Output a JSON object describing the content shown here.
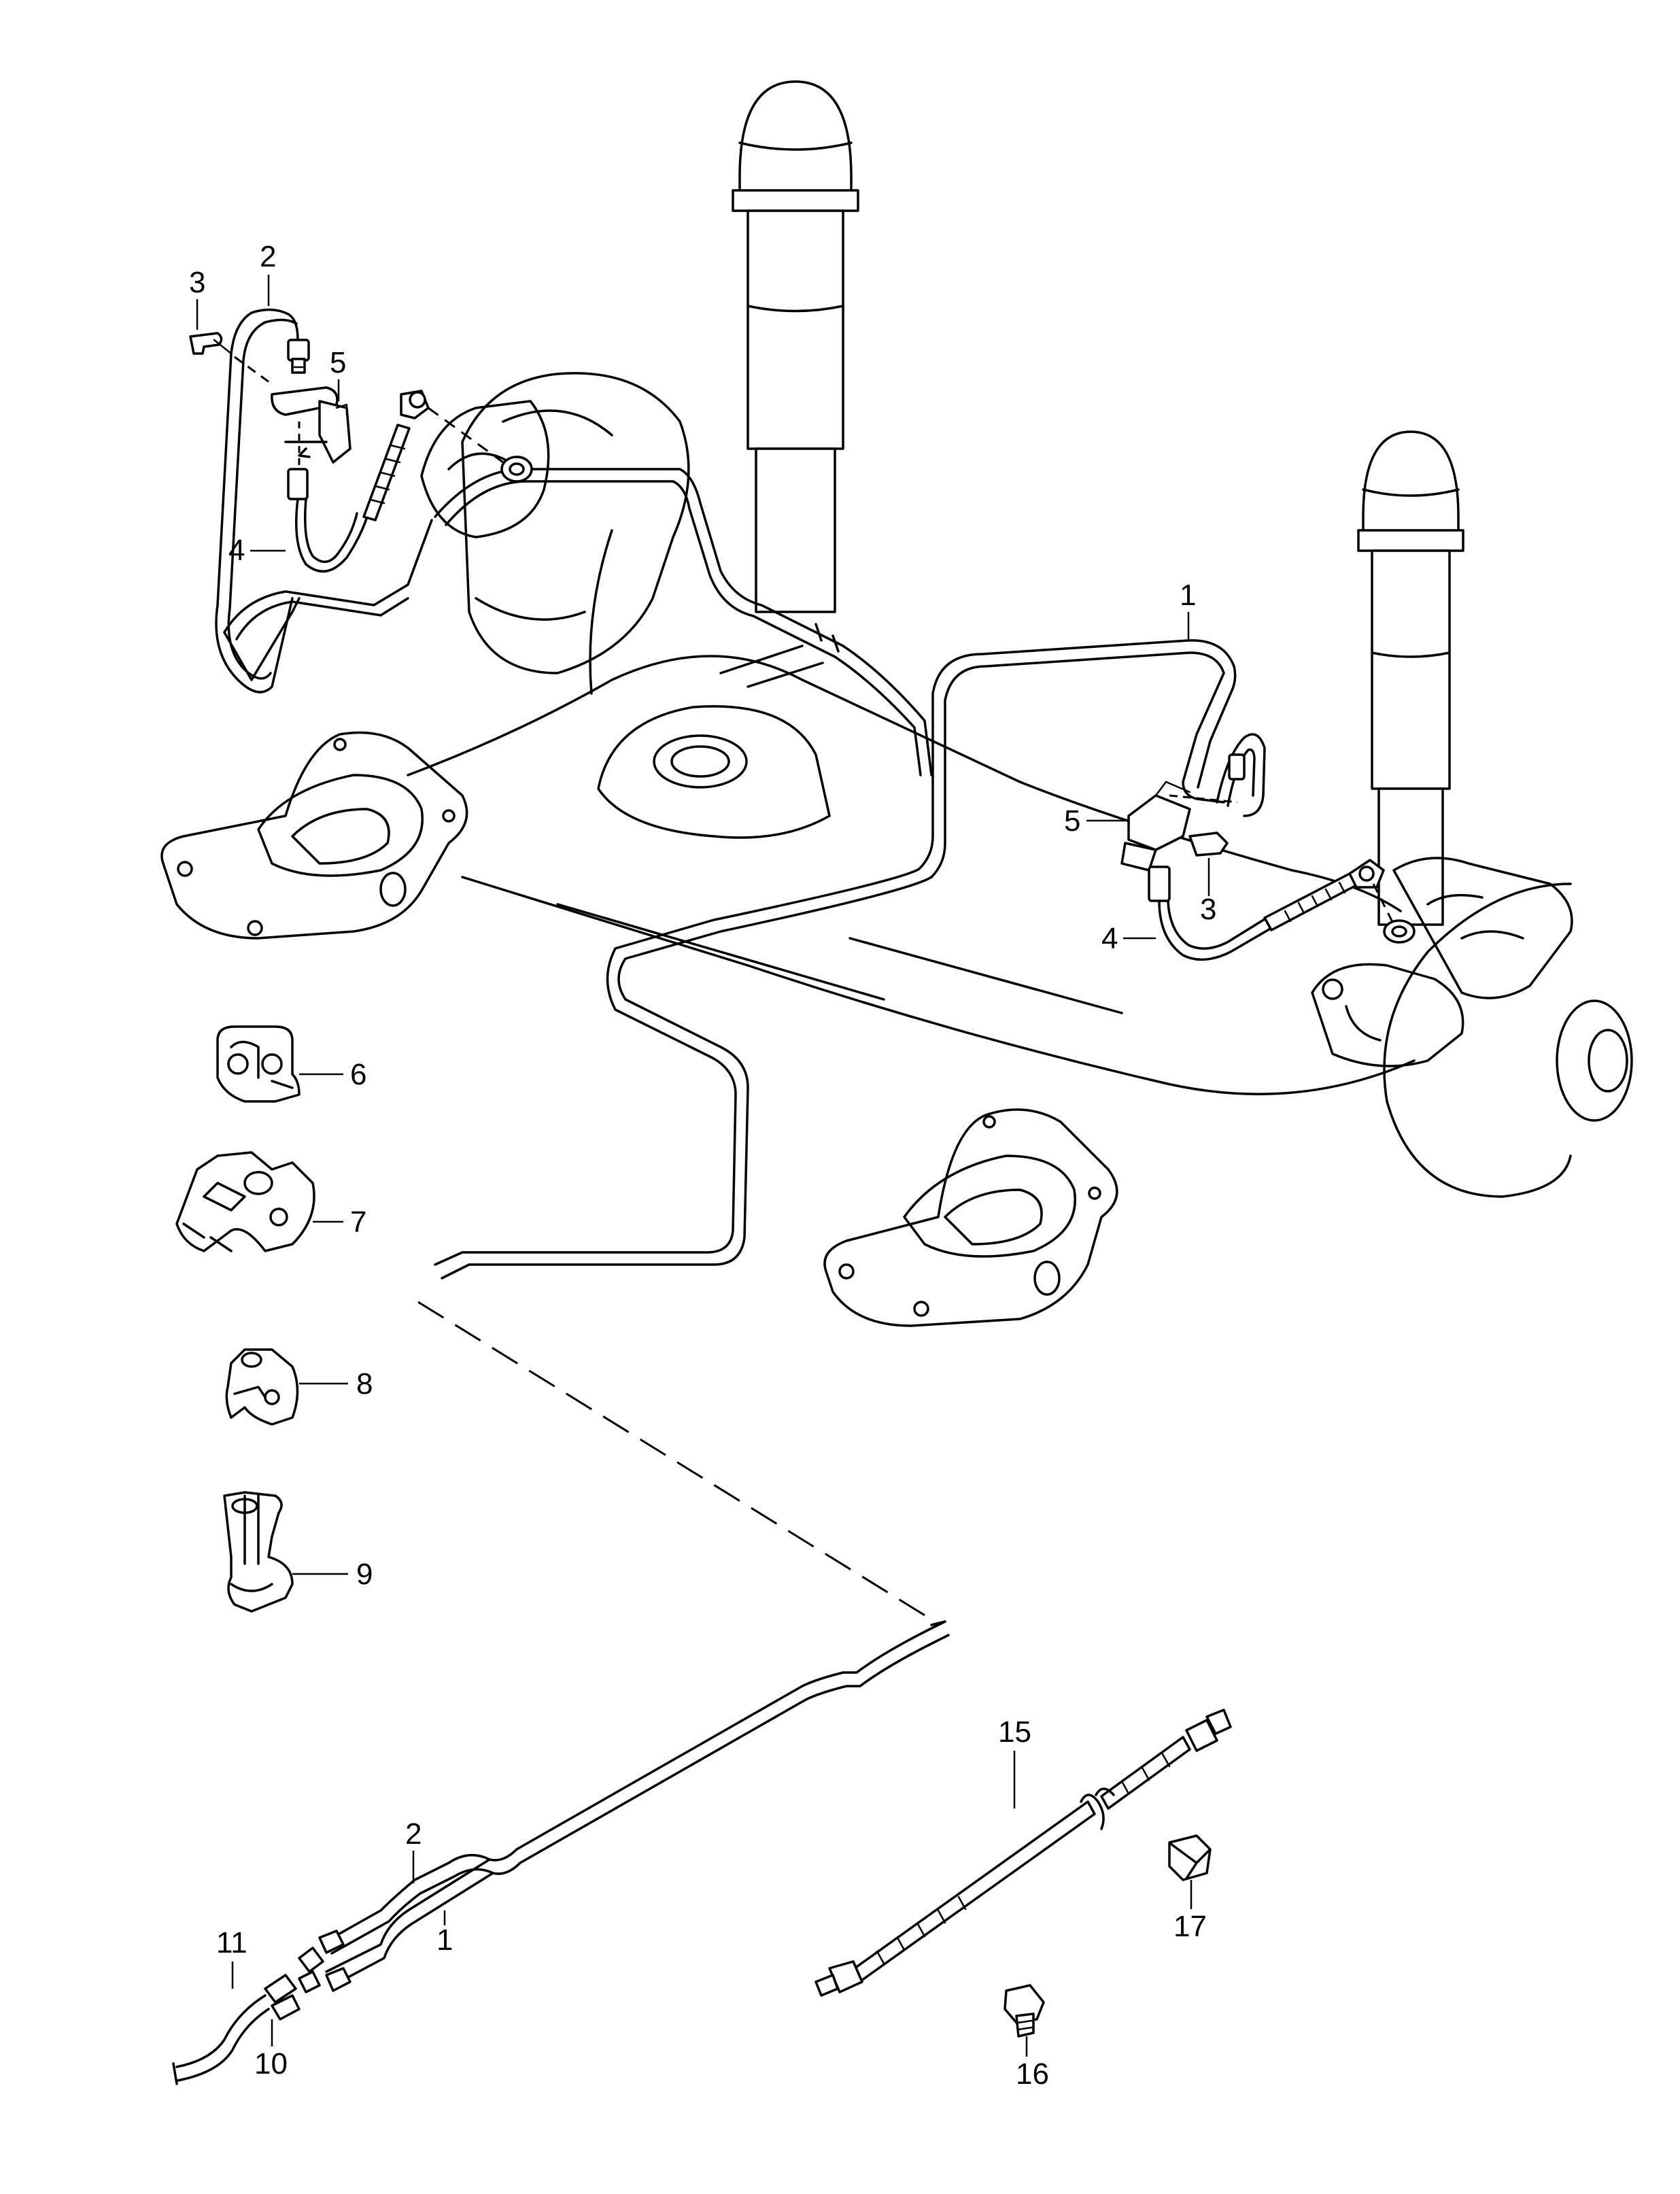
{
  "callouts": [
    {
      "id": "c3a",
      "label": "3"
    },
    {
      "id": "c2a",
      "label": "2"
    },
    {
      "id": "c5a",
      "label": "5"
    },
    {
      "id": "c4a",
      "label": "4"
    },
    {
      "id": "c1a",
      "label": "1"
    },
    {
      "id": "c5b",
      "label": "5"
    },
    {
      "id": "c3b",
      "label": "3"
    },
    {
      "id": "c4b",
      "label": "4"
    },
    {
      "id": "c6",
      "label": "6"
    },
    {
      "id": "c7",
      "label": "7"
    },
    {
      "id": "c8",
      "label": "8"
    },
    {
      "id": "c9",
      "label": "9"
    },
    {
      "id": "c15",
      "label": "15"
    },
    {
      "id": "c2b",
      "label": "2"
    },
    {
      "id": "c1b",
      "label": "1"
    },
    {
      "id": "c11",
      "label": "11"
    },
    {
      "id": "c10",
      "label": "10"
    },
    {
      "id": "c17",
      "label": "17"
    },
    {
      "id": "c16",
      "label": "16"
    }
  ]
}
